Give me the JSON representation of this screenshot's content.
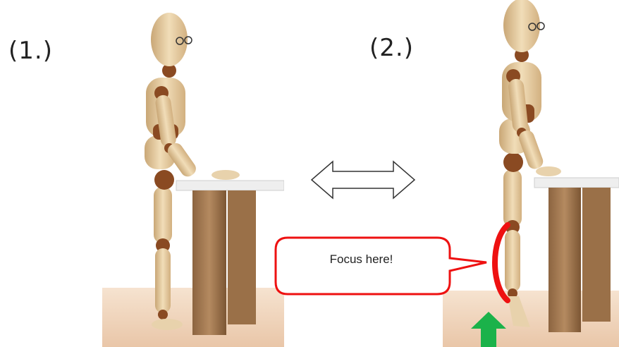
{
  "labels": {
    "step1": "(1.)",
    "step2": "(2.)"
  },
  "callout": {
    "text": "Focus here!"
  },
  "colors": {
    "wood_light": "#ecd7b0",
    "wood_mid": "#d8b98a",
    "joint": "#8a4a22",
    "floor": "#f0d5bd",
    "table_top": "#eeeeee",
    "table_leg": "#a57c55",
    "callout_border": "#ee1111",
    "focus_arc": "#ee1111",
    "arrow_green": "#1bb24a"
  },
  "icons": {
    "swap": "double-headed-arrow-icon",
    "up": "green-up-arrow-icon"
  }
}
